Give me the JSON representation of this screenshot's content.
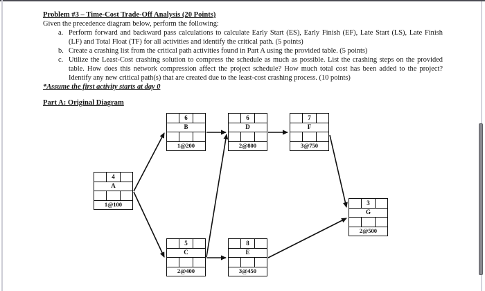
{
  "page": {
    "title": "Problem #3 – Time-Cost Trade-Off Analysis (20 Points)",
    "intro": "Given the precedence diagram below, perform the following:",
    "tasks": [
      {
        "marker": "a.",
        "text": "Perform forward and backward pass calculations to calculate Early Start (ES), Early Finish (EF), Late Start (LS), Late Finish (LF) and Total Float (TF) for all activities and identify the critical path. (5 points)"
      },
      {
        "marker": "b.",
        "text": "Create a crashing list from the critical path activities found in Part A using the provided table. (5 points)"
      },
      {
        "marker": "c.",
        "text": "Utilize the Least-Cost crashing solution to compress the schedule as much as possible. List the crashing steps on the provided table. How does this network compression affect the project schedule? How much total cost has been added to the project? Identify any new critical path(s) that are created due to the least-cost crashing process. (10 points)"
      }
    ],
    "note": "*Assume the first activity starts at day 0",
    "section_heading": "Part A: Original Diagram"
  },
  "diagram": {
    "nodes": [
      {
        "id": "A",
        "duration": "4",
        "cost": "1@100"
      },
      {
        "id": "B",
        "duration": "6",
        "cost": "1@200"
      },
      {
        "id": "C",
        "duration": "5",
        "cost": "2@400"
      },
      {
        "id": "D",
        "duration": "6",
        "cost": "2@800"
      },
      {
        "id": "E",
        "duration": "8",
        "cost": "3@450"
      },
      {
        "id": "F",
        "duration": "7",
        "cost": "3@750"
      },
      {
        "id": "G",
        "duration": "3",
        "cost": "2@500"
      }
    ],
    "edges": [
      "A→B",
      "A→C",
      "B→D",
      "C→D",
      "C→E",
      "D→F",
      "E→G",
      "F→G"
    ],
    "ink_color": "#111111"
  }
}
